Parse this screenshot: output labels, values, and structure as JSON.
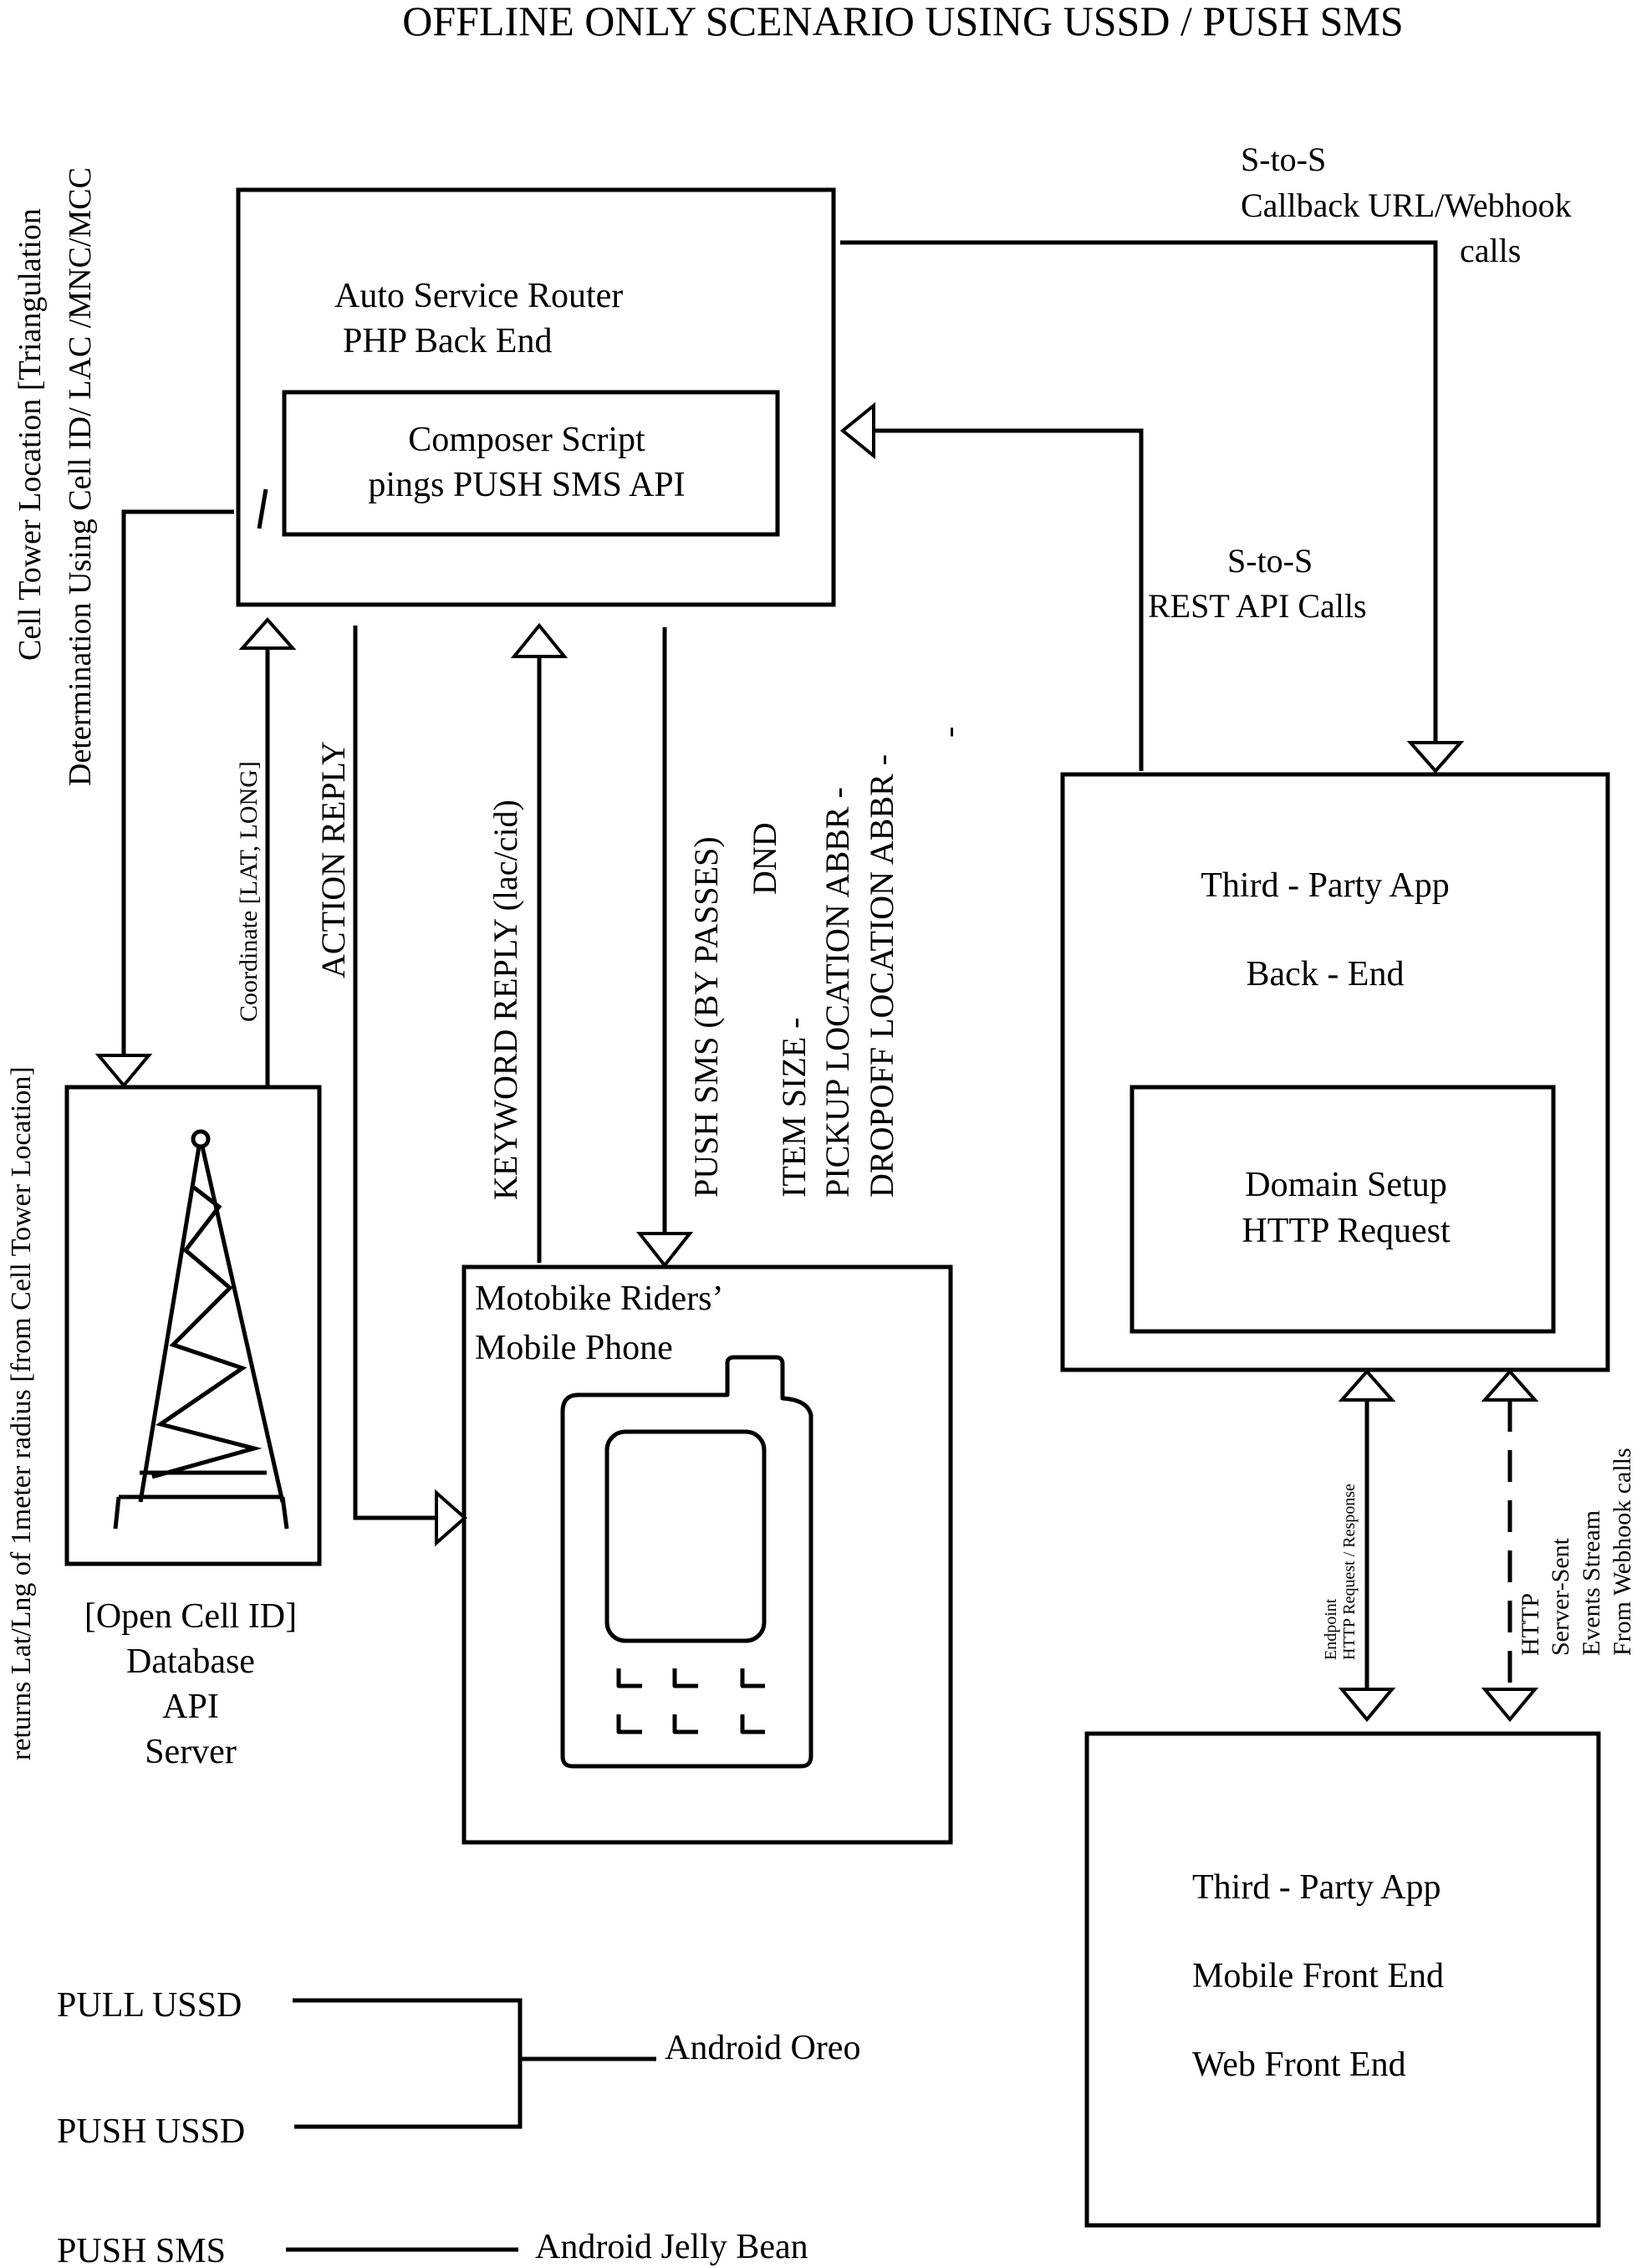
{
  "title": "OFFLINE ONLY SCENARIO USING USSD / PUSH SMS",
  "router": {
    "line1": "Auto Service Router",
    "line2": "PHP Back End",
    "composer_line1": "Composer Script",
    "composer_line2": "pings PUSH SMS API"
  },
  "cell_tower_label": {
    "line1": "Cell Tower Location [Triangulation",
    "line2": "Determination Using Cell ID/ LAC /MNC/MCC"
  },
  "returns_label": "returns Lat/Lng of 1meter radius [from Cell Tower Location]",
  "coordinate_label": "Coordinate [LAT, LONG]",
  "action_reply": "ACTION REPLY",
  "keyword_reply": "KEYWORD REPLY (lac/cid)",
  "push_sms_block": {
    "line1": "PUSH SMS (BY PASSES)",
    "line2": "DND",
    "line3": "ITEM SIZE -",
    "line4": "PICKUP LOCATION ABBR -",
    "line5": "DROPOFF LOCATION ABBR -",
    "line6": "-"
  },
  "callback_label": {
    "line1": "S-to-S",
    "line2": "Callback URL/Webhook",
    "line3": "calls"
  },
  "rest_label": {
    "line1": "S-to-S",
    "line2": "REST API Calls"
  },
  "backend_box": {
    "line1": "Third - Party App",
    "line2": "Back - End",
    "domain_line1": "Domain Setup",
    "domain_line2": "HTTP Request"
  },
  "endpoint_label": {
    "line1": "Endpoint",
    "line2": "HTTP Request / Response"
  },
  "sse_label": {
    "line1": "HTTP",
    "line2": "Server-Sent",
    "line3": "Events Stream",
    "line4": "From Webhook calls"
  },
  "frontend_box": {
    "line1": "Third - Party App",
    "line2": "Mobile Front End",
    "line3": "Web Front End"
  },
  "opencell_box": {
    "line1": "[Open Cell ID]",
    "line2": "Database",
    "line3": "API",
    "line4": "Server"
  },
  "phone_box": {
    "line1": "Motobike Riders’",
    "line2": "Mobile Phone"
  },
  "legend": {
    "pull_ussd": "PULL USSD",
    "push_ussd": "PUSH USSD",
    "android_oreo": "Android Oreo",
    "push_sms": "PUSH SMS",
    "android_jelly_bean": "Android Jelly Bean"
  }
}
